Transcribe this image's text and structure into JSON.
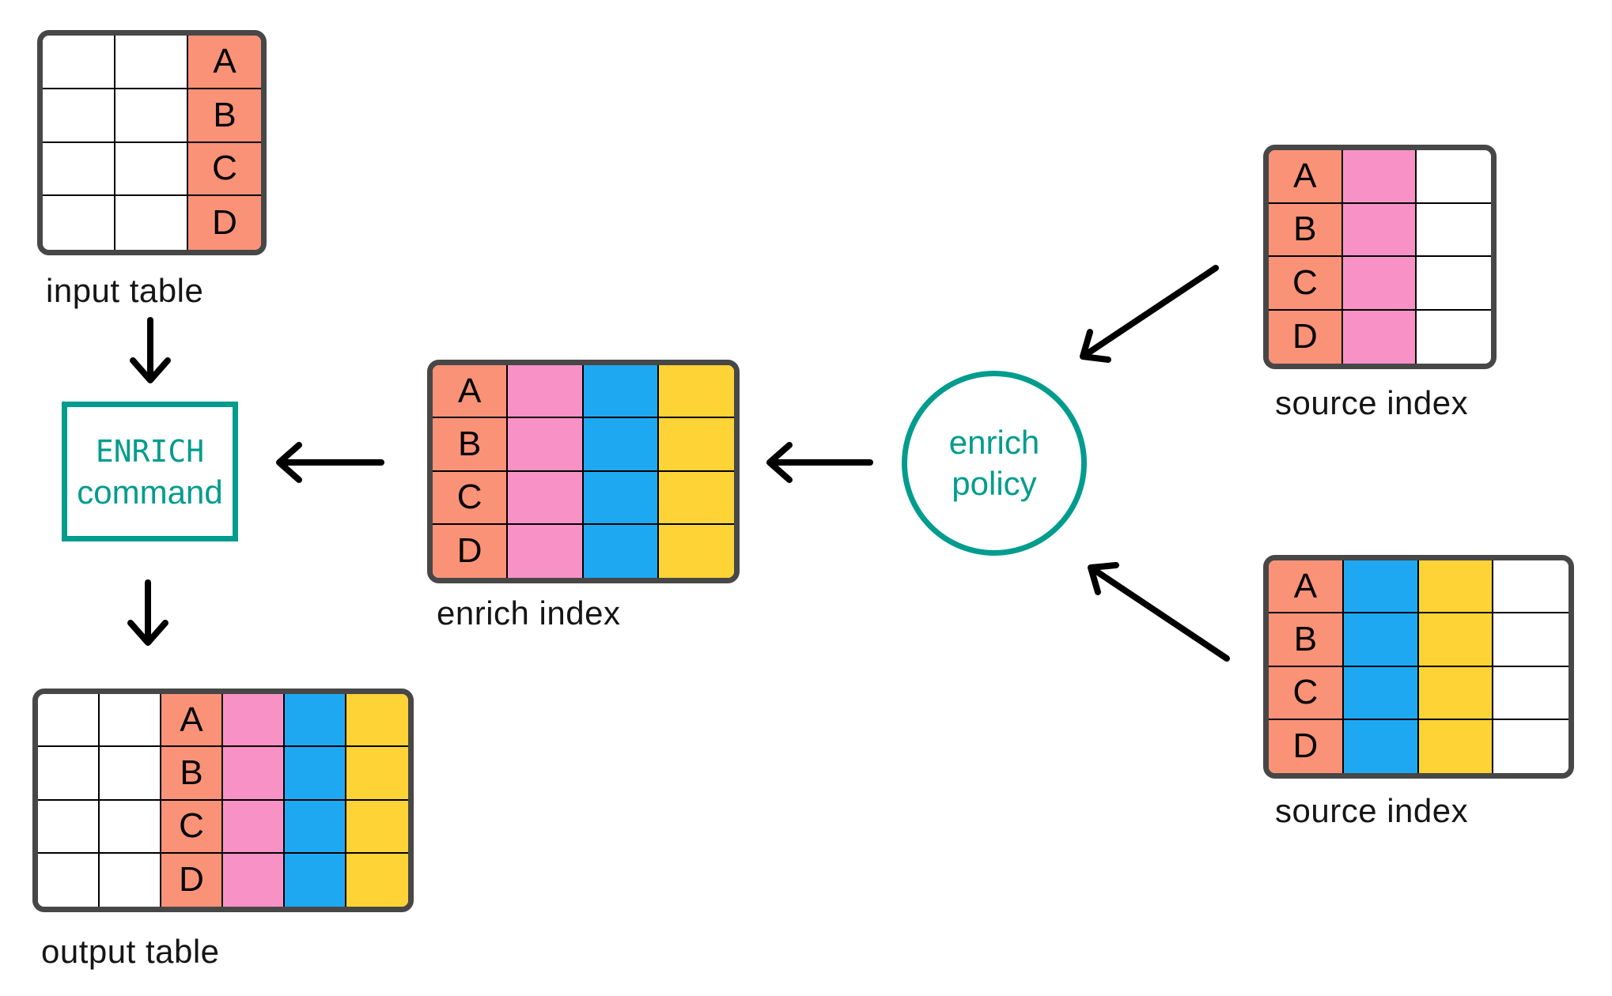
{
  "colors": {
    "salmon": "#FA9277",
    "pink": "#F892C6",
    "blue": "#1FA8F2",
    "yellow": "#FDD335",
    "teal": "#009C8D",
    "table_border": "#474747",
    "grid_line": "#000000",
    "arrow": "#000000",
    "label_text": "#151515",
    "white": "#FFFFFF"
  },
  "row_labels": [
    "A",
    "B",
    "C",
    "D"
  ],
  "tables": {
    "input_table": {
      "label": "input table",
      "columns": [
        "white",
        "white",
        "salmon"
      ],
      "key_col": 2
    },
    "enrich_index": {
      "label": "enrich index",
      "columns": [
        "salmon",
        "pink",
        "blue",
        "yellow"
      ],
      "key_col": 0
    },
    "source_index_top": {
      "label": "source index",
      "columns": [
        "salmon",
        "pink",
        "white"
      ],
      "key_col": 0
    },
    "source_index_bottom": {
      "label": "source index",
      "columns": [
        "salmon",
        "blue",
        "yellow",
        "white"
      ],
      "key_col": 0
    },
    "output_table": {
      "label": "output table",
      "columns": [
        "white",
        "white",
        "salmon",
        "pink",
        "blue",
        "yellow"
      ],
      "key_col": 2
    }
  },
  "nodes": {
    "enrich_command": {
      "line1": "ENRICH",
      "line2": "command"
    },
    "enrich_policy": {
      "line1": "enrich",
      "line2": "policy"
    }
  }
}
